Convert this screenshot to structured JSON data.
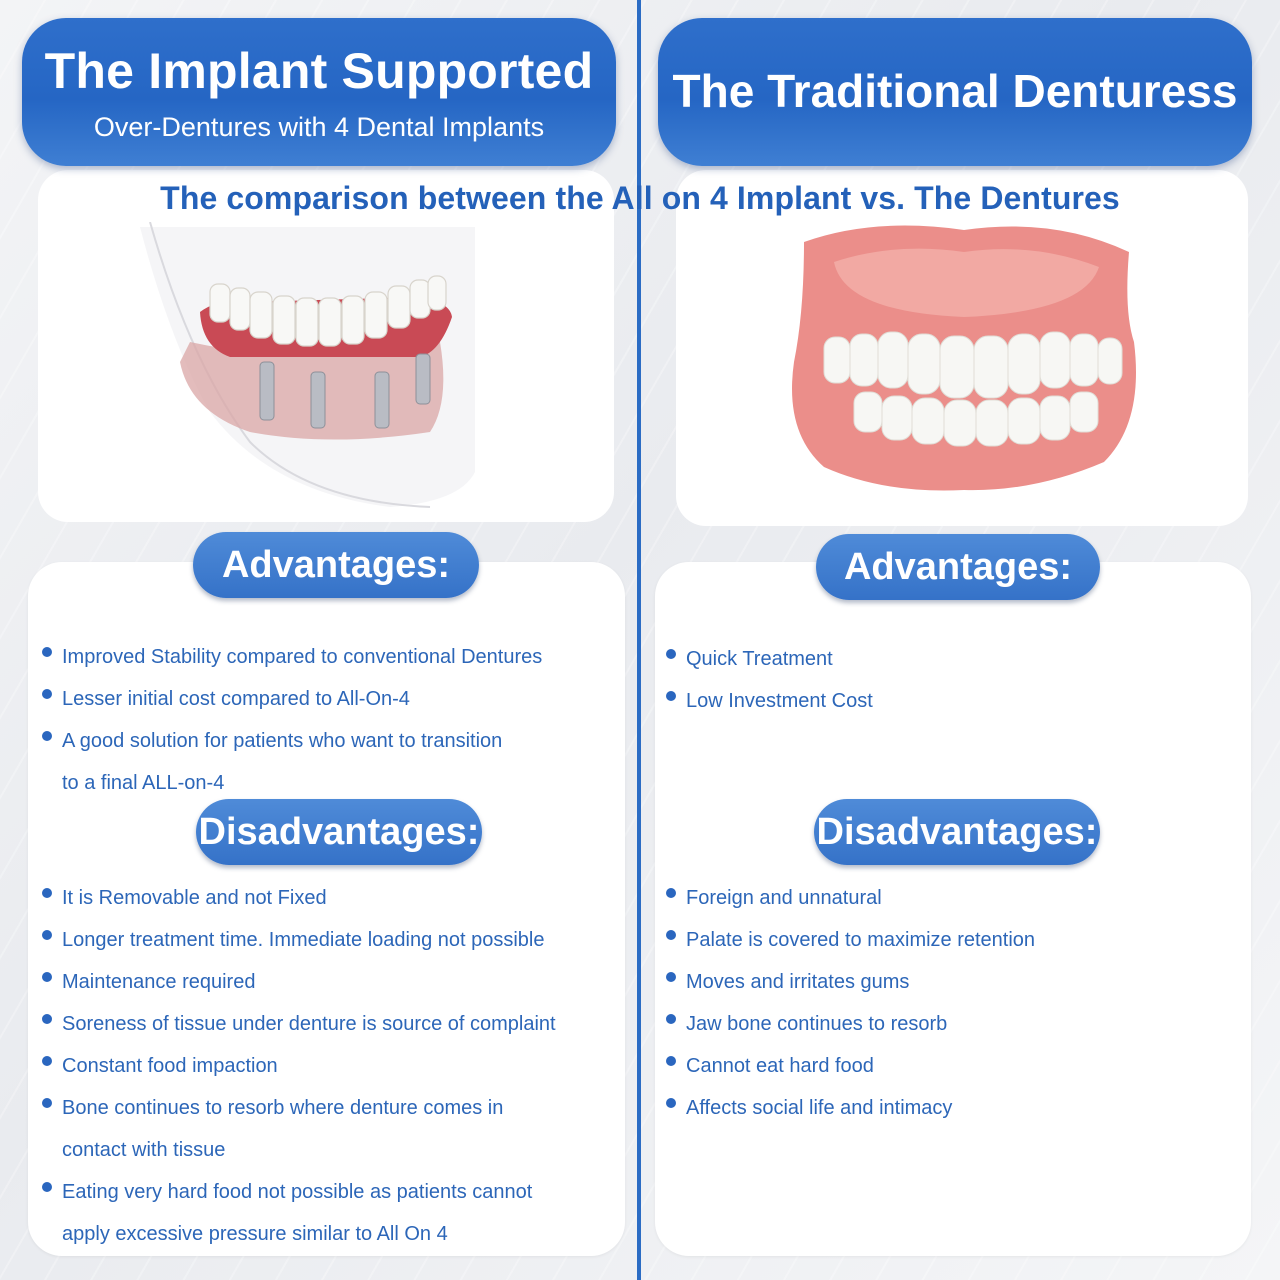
{
  "left_header": {
    "title": "The Implant Supported",
    "subtitle": "Over-Dentures with 4 Dental Implants"
  },
  "right_header": {
    "title": "The Traditional Denturess"
  },
  "comparison_title": "The comparison between the All on 4 Implant vs. The Dentures",
  "left": {
    "advantages_label": "Advantages:",
    "advantages": [
      "Improved Stability compared to conventional Dentures",
      "Lesser initial cost compared to All-On-4",
      "A good solution for patients who want to transition",
      "to a final ALL-on-4"
    ],
    "disadvantages_label": "Disadvantages:",
    "disadvantages": [
      "It is Removable and not Fixed",
      "Longer treatment time. Immediate loading not possible",
      "Maintenance required",
      "Soreness of tissue under denture is source of complaint",
      "Constant food impaction",
      "Bone continues to resorb where denture comes in",
      "contact with tissue",
      "Eating very hard food not possible as patients cannot",
      "apply excessive pressure similar to All On 4"
    ]
  },
  "right": {
    "advantages_label": "Advantages:",
    "advantages": [
      "Quick Treatment",
      "Low Investment Cost"
    ],
    "disadvantages_label": "Disadvantages:",
    "disadvantages": [
      "Foreign and unnatural",
      "Palate is covered to maximize retention",
      "Moves and irritates gums",
      "Jaw bone continues to resorb",
      "Cannot eat hard food",
      "Affects social life and intimacy"
    ]
  },
  "colors": {
    "primary_blue": "#2566c4",
    "text_blue": "#2c66b8",
    "gum_pink": "#e98a86"
  },
  "icons": {
    "implant_illustration": "implant-overdenture-illustration",
    "denture_illustration": "traditional-denture-illustration"
  }
}
